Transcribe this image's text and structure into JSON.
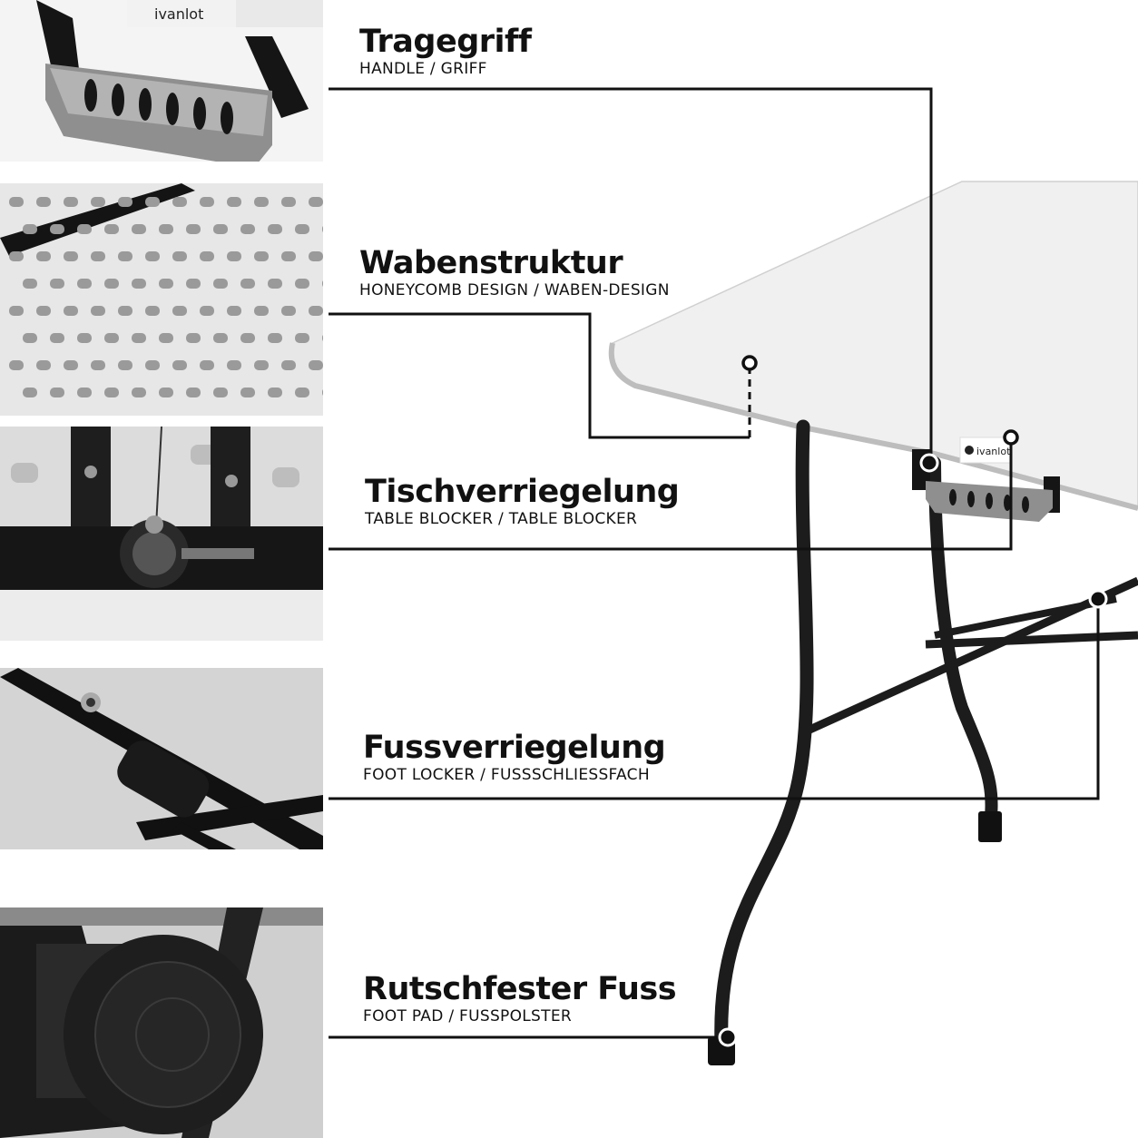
{
  "features": [
    {
      "title": "Tragegriff",
      "subtitle": "HANDLE / GRIFF",
      "icon": "handle-photo"
    },
    {
      "title": "Wabenstruktur",
      "subtitle": "HONEYCOMB DESIGN / WABEN-DESIGN",
      "icon": "honeycomb-photo"
    },
    {
      "title": "Tischverriegelung",
      "subtitle": "TABLE BLOCKER / TABLE BLOCKER",
      "icon": "table-lock-photo"
    },
    {
      "title": "Fussverriegelung",
      "subtitle": "FOOT LOCKER / FUSSSCHLIESSFACH",
      "icon": "foot-lock-photo"
    },
    {
      "title": "Rutschfester Fuss",
      "subtitle": "FOOT PAD / FUSSPOLSTER",
      "icon": "foot-pad-photo"
    }
  ],
  "brand": {
    "logo_text": "ivanlot"
  },
  "colors": {
    "table_top": "#efefef",
    "frame": "#1c1c1c",
    "line": "#111111",
    "background": "#ffffff"
  }
}
